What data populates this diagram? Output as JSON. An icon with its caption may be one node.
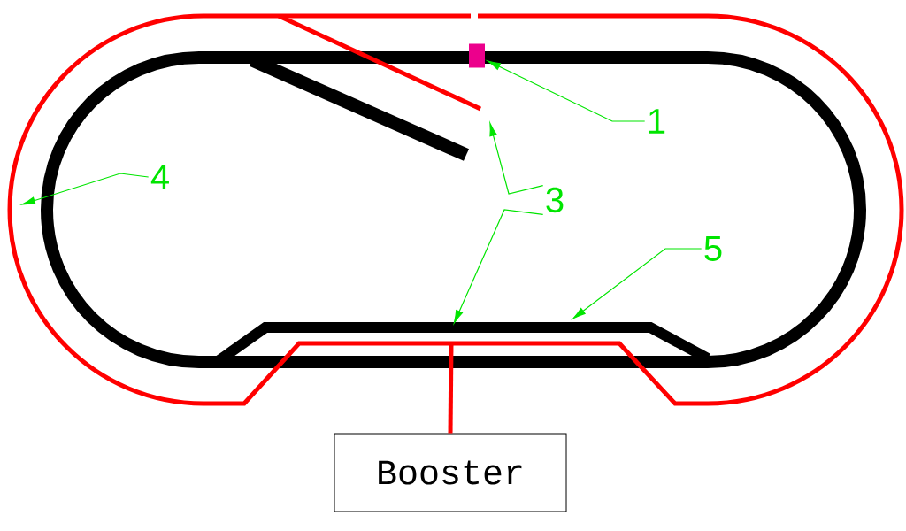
{
  "diagram": {
    "nodes": [
      {
        "text": [],
        "shape": "box"
      },
      {
        "text": [
          "1"
        ]
      },
      {
        "text": [
          "4"
        ]
      },
      {
        "text": [
          "3"
        ]
      },
      {
        "text": [
          "5"
        ]
      },
      {
        "text": [
          "Booster"
        ]
      }
    ],
    "edges": [
      {
        "from": 1,
        "to": 0,
        "arrow": "to"
      },
      {
        "from": 2,
        "to": null,
        "arrow": "to"
      },
      {
        "from": 3,
        "to": null,
        "arrow": "to"
      },
      {
        "from": 3,
        "to": null,
        "arrow": "to"
      },
      {
        "from": 4,
        "to": null,
        "arrow": "to"
      },
      {
        "from": 5,
        "to": null,
        "arrow": "none",
        "style": "thick",
        "color": "#ff0000"
      }
    ]
  }
}
